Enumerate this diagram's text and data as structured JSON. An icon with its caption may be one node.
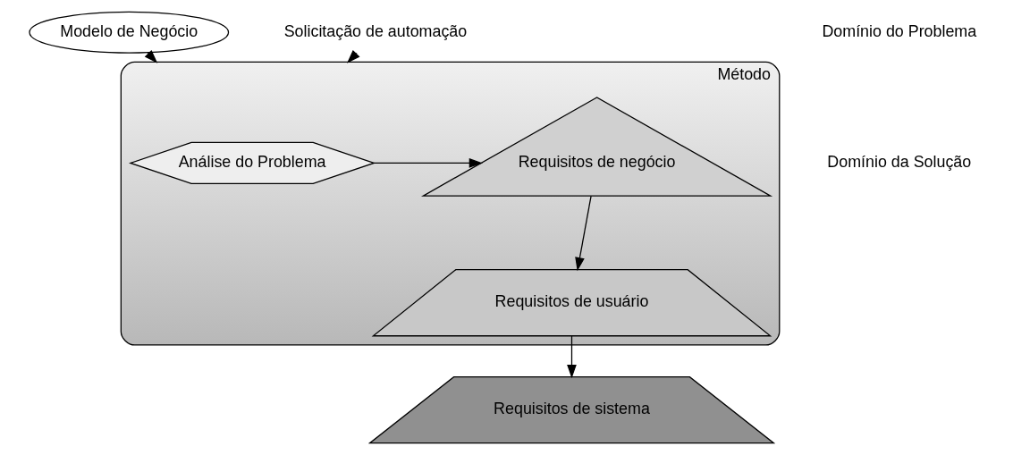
{
  "diagram": {
    "nodes": [
      {
        "text": [
          "Método"
        ]
      },
      {
        "text": [
          "Modelo de Negócio"
        ]
      },
      {
        "text": [
          "Análise do Problema"
        ],
        "in": 0
      },
      {
        "text": [
          "Requisitos de negócio"
        ],
        "in": 0
      },
      {
        "text": [
          "Requisitos de usuário"
        ],
        "in": 0
      },
      {
        "text": [
          "Solicitação de automação"
        ]
      },
      {
        "text": [
          "Requisitos de sistema"
        ]
      }
    ],
    "edges": [
      {
        "from": 1,
        "to": 0,
        "arrow": "to"
      },
      {
        "from": 5,
        "to": 0,
        "arrow": "to"
      },
      {
        "from": 2,
        "to": 3,
        "arrow": "to"
      },
      {
        "from": 3,
        "to": 4,
        "arrow": "to"
      },
      {
        "from": 4,
        "to": 6,
        "arrow": "to"
      }
    ],
    "labels": [
      "Domínio do Problema",
      "Domínio da Solução"
    ]
  }
}
